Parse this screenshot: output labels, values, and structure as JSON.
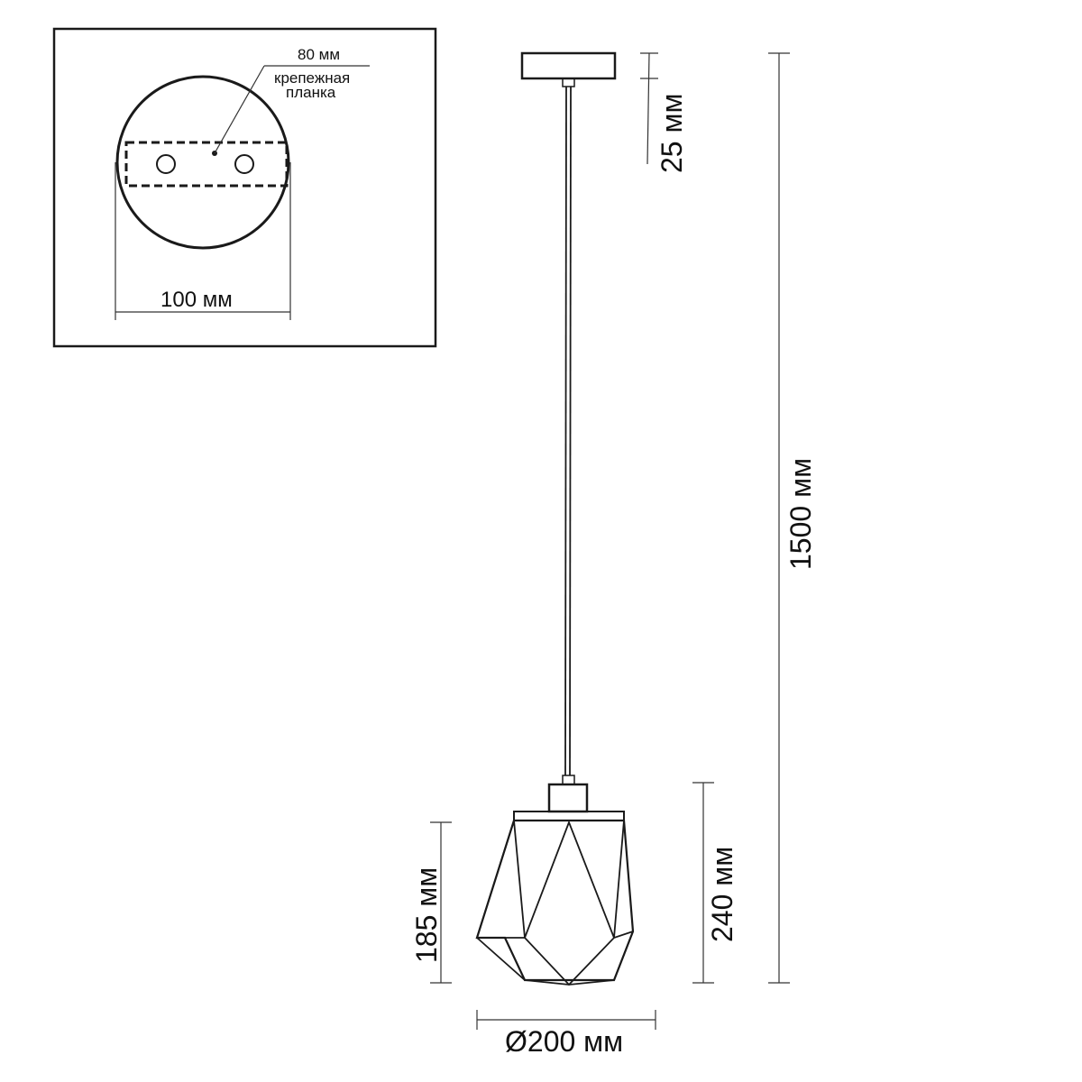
{
  "inset": {
    "bar_width_label": "80 мм",
    "bar_name_line1": "крепежная",
    "bar_name_line2": "планка",
    "canopy_diameter_label": "100 мм"
  },
  "dimensions": {
    "canopy_height": "25 мм",
    "total_height": "1500 мм",
    "shade_height": "185 мм",
    "lamp_height": "240 мм",
    "shade_diameter": "Ø200 мм"
  }
}
